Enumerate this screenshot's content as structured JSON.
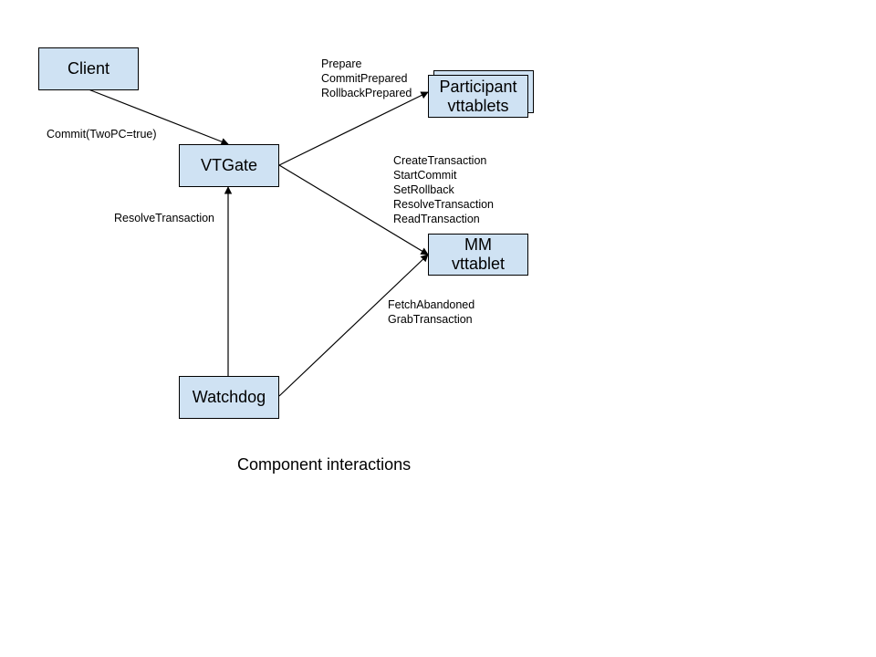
{
  "nodes": {
    "client": "Client",
    "vtgate": "VTGate",
    "participant": [
      "Participant",
      "vttablets"
    ],
    "mm": [
      "MM",
      "vttablet"
    ],
    "watchdog": "Watchdog"
  },
  "edges": {
    "client_vtgate": [
      "Commit(TwoPC=true)"
    ],
    "vtgate_participant": [
      "Prepare",
      "CommitPrepared",
      "RollbackPrepared"
    ],
    "vtgate_mm": [
      "CreateTransaction",
      "StartCommit",
      "SetRollback",
      "ResolveTransaction",
      "ReadTransaction"
    ],
    "watchdog_vtgate": [
      "ResolveTransaction"
    ],
    "watchdog_mm": [
      "FetchAbandoned",
      "GrabTransaction"
    ]
  },
  "caption": "Component interactions",
  "colors": {
    "box_fill": "#cfe2f3",
    "stroke": "#000000"
  }
}
